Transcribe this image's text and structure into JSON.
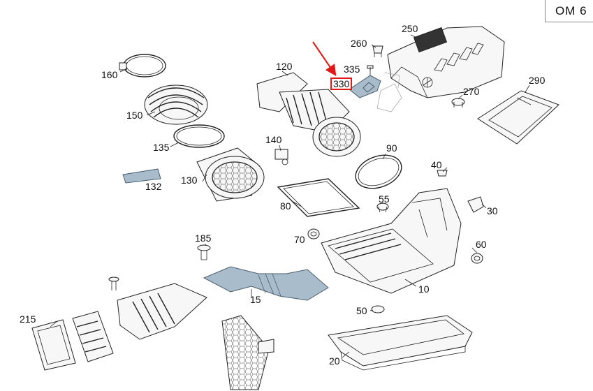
{
  "engine_code": "OM 6",
  "highlighted_part": "330",
  "callouts": [
    {
      "id": "c-250",
      "label": "250"
    },
    {
      "id": "c-260",
      "label": "260"
    },
    {
      "id": "c-335",
      "label": "335"
    },
    {
      "id": "c-330",
      "label": "330"
    },
    {
      "id": "c-120",
      "label": "120"
    },
    {
      "id": "c-160",
      "label": "160"
    },
    {
      "id": "c-150",
      "label": "150"
    },
    {
      "id": "c-270",
      "label": "270"
    },
    {
      "id": "c-290",
      "label": "290"
    },
    {
      "id": "c-135",
      "label": "135"
    },
    {
      "id": "c-140",
      "label": "140"
    },
    {
      "id": "c-90",
      "label": "90"
    },
    {
      "id": "c-132",
      "label": "132"
    },
    {
      "id": "c-130",
      "label": "130"
    },
    {
      "id": "c-40",
      "label": "40"
    },
    {
      "id": "c-80",
      "label": "80"
    },
    {
      "id": "c-55",
      "label": "55"
    },
    {
      "id": "c-30",
      "label": "30"
    },
    {
      "id": "c-185",
      "label": "185"
    },
    {
      "id": "c-70",
      "label": "70"
    },
    {
      "id": "c-60",
      "label": "60"
    },
    {
      "id": "c-10",
      "label": "10"
    },
    {
      "id": "c-15",
      "label": "15"
    },
    {
      "id": "c-50",
      "label": "50"
    },
    {
      "id": "c-215",
      "label": "215"
    },
    {
      "id": "c-20",
      "label": "20"
    }
  ],
  "colors": {
    "highlight": "#e01818",
    "accent_part": "#a9bccb"
  }
}
